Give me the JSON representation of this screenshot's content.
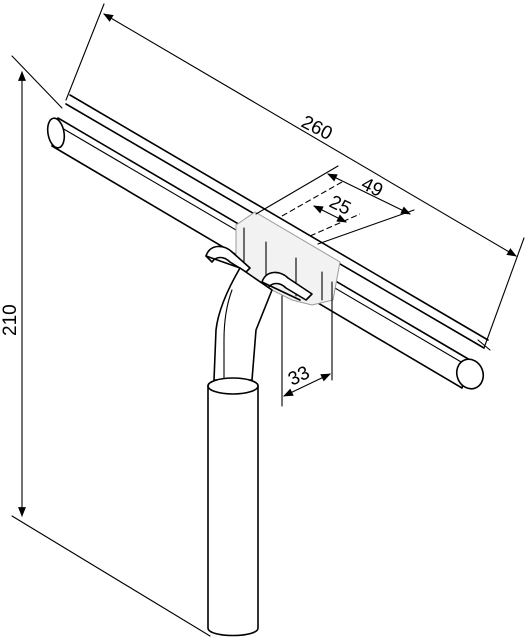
{
  "dimensions": {
    "width_total": "260",
    "height_total": "210",
    "mount_span": "49",
    "mount_inner": "25",
    "bracket_depth": "33"
  },
  "colors": {
    "line": "#000000",
    "mount_shading": "#9a9a9a",
    "background": "#ffffff"
  }
}
